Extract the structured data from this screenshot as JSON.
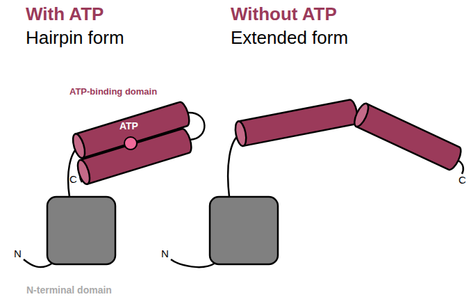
{
  "diagram": {
    "labels": [
      "With ATP",
      "Without ATP",
      "Hairpin form",
      "Extended form",
      "ATP-binding domain",
      "ATP",
      "C",
      "C",
      "N",
      "N",
      "N-terminal domain"
    ]
  }
}
